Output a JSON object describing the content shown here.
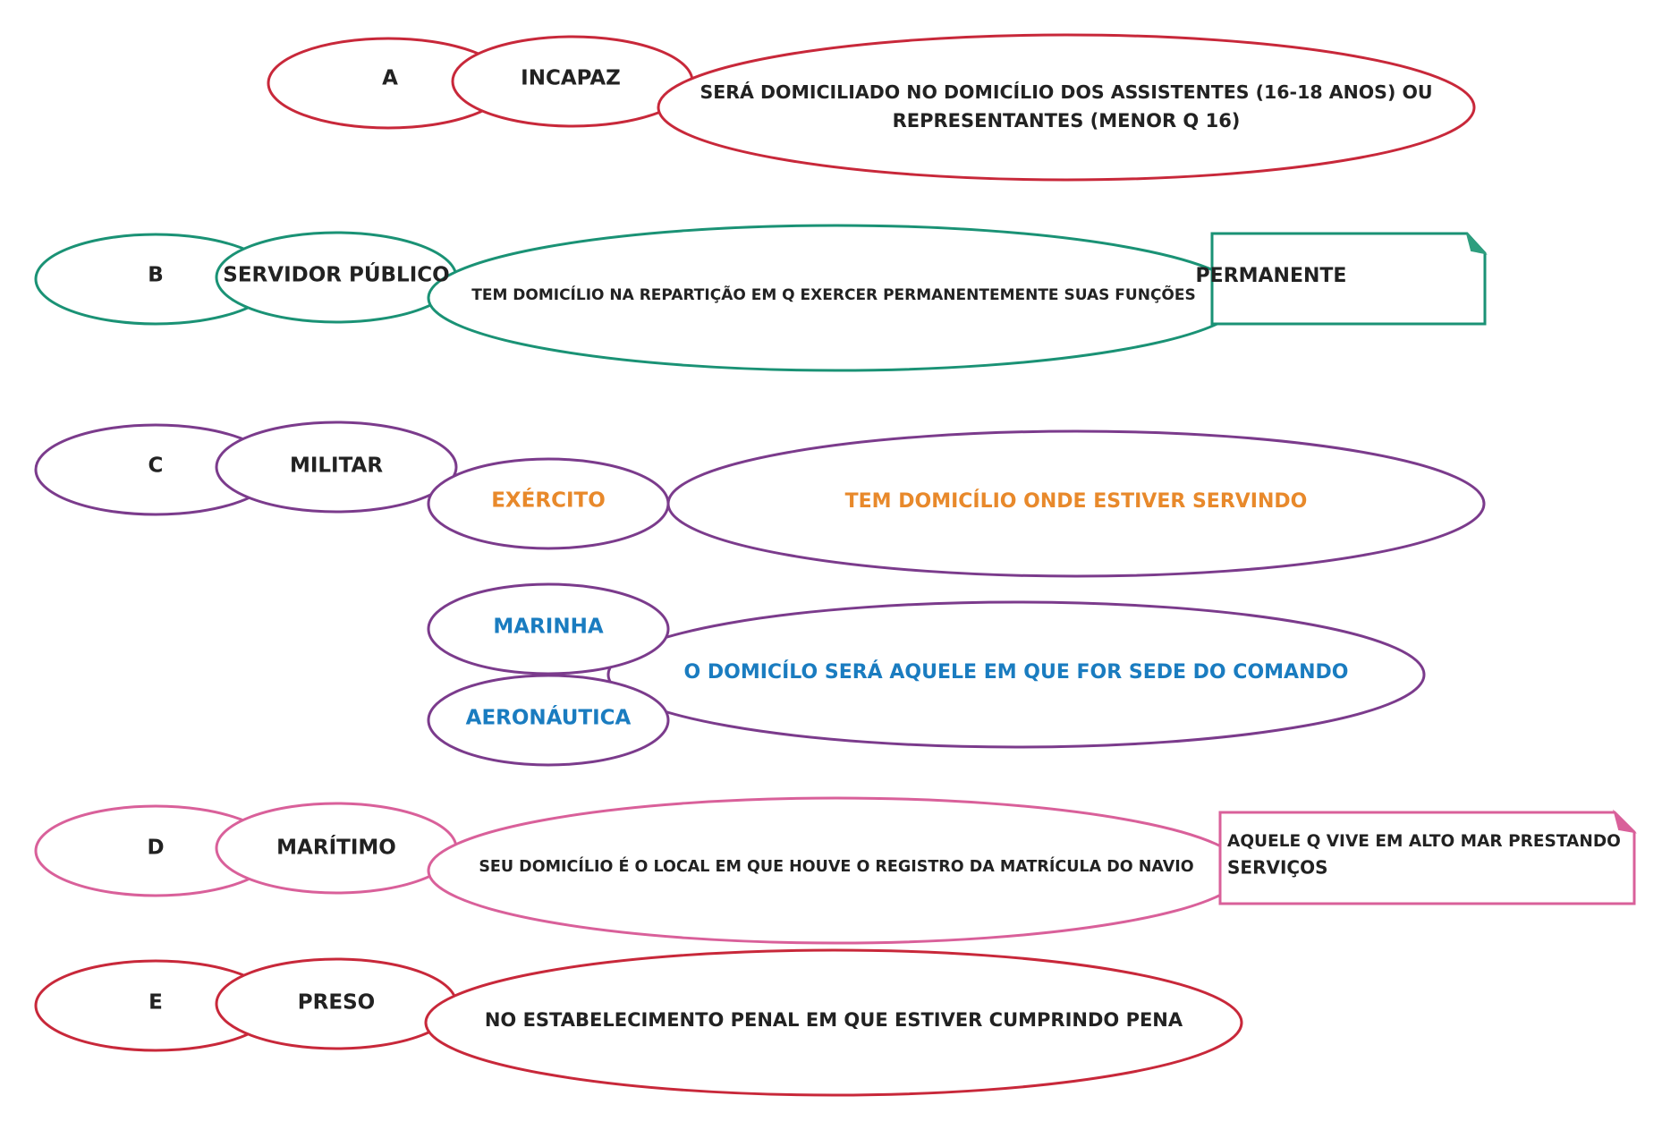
{
  "colors": {
    "red": "#c8283a",
    "teal": "#1a9275",
    "purple": "#7b3b8c",
    "pink": "#d9609a",
    "text": "#222222",
    "orange": "#e8892b",
    "blue": "#1a7cc0",
    "fold_teal": "#2e9e7e",
    "fold_pink": "#d9609a"
  },
  "rows": {
    "a": {
      "letter": "A",
      "category": "INCAPAZ",
      "rule_line1": "SERÁ DOMICILIADO NO DOMICÍLIO DOS ASSISTENTES (16-18 ANOS) OU",
      "rule_line2": "REPRESENTANTES (MENOR Q 16)"
    },
    "b": {
      "letter": "B",
      "category": "SERVIDOR PÚBLICO",
      "rule": "TEM DOMICÍLIO NA REPARTIÇÃO EM Q EXERCER PERMANENTEMENTE SUAS FUNÇÕES",
      "note": "PERMANENTE"
    },
    "c": {
      "letter": "C",
      "category": "MILITAR",
      "exercito": "EXÉRCITO",
      "exercito_rule": "TEM DOMICÍLIO ONDE ESTIVER SERVINDO",
      "marinha": "MARINHA",
      "aeronautica": "AERONÁUTICA",
      "marinha_aero_rule": "O DOMICÍLO SERÁ AQUELE EM QUE FOR SEDE DO COMANDO"
    },
    "d": {
      "letter": "D",
      "category": "MARÍTIMO",
      "rule": "SEU DOMICÍLIO É O LOCAL EM QUE HOUVE O REGISTRO DA MATRÍCULA DO NAVIO",
      "note_line1": "AQUELE Q VIVE EM ALTO MAR PRESTANDO",
      "note_line2": "SERVIÇOS"
    },
    "e": {
      "letter": "E",
      "category": "PRESO",
      "rule": "NO ESTABELECIMENTO PENAL EM QUE ESTIVER CUMPRINDO PENA"
    }
  }
}
